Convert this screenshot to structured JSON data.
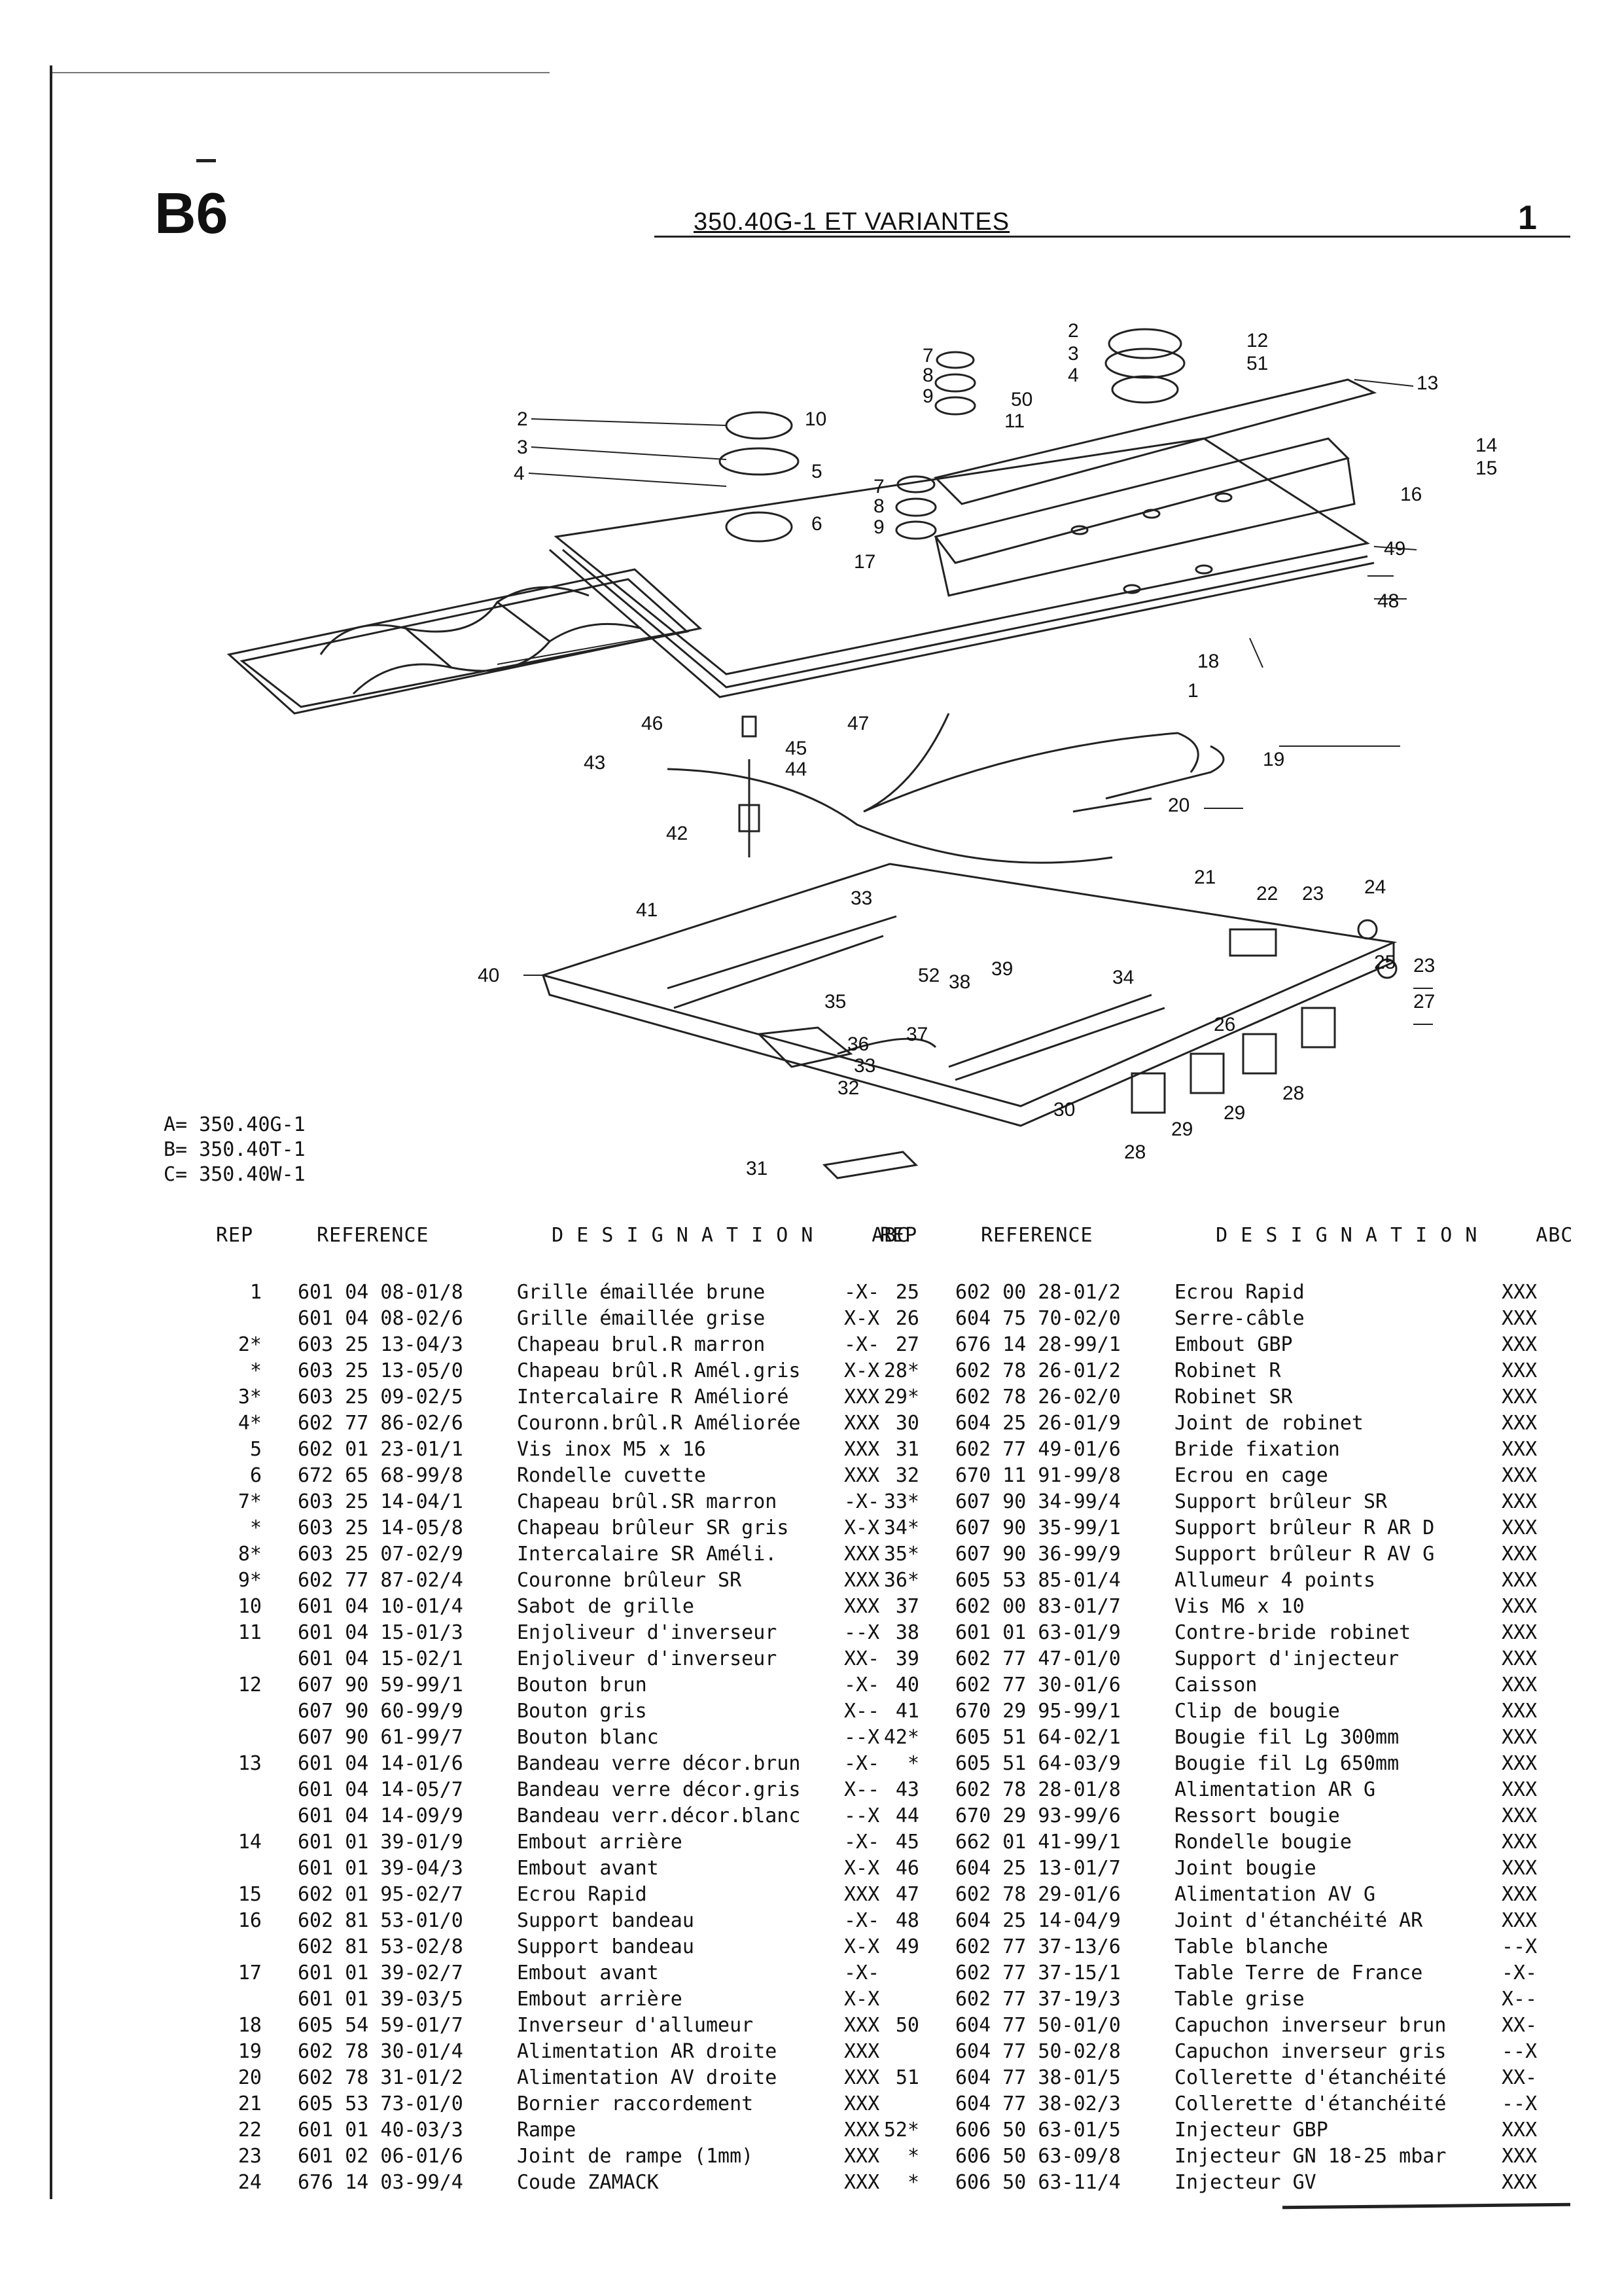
{
  "header": {
    "section_code": "B6",
    "title": "350.40G-1 ET VARIANTES",
    "page_number": "1"
  },
  "variants": [
    "A= 350.40G-1",
    "B= 350.40T-1",
    "C= 350.40W-1"
  ],
  "diagram_labels": [
    "1",
    "2",
    "3",
    "4",
    "5",
    "6",
    "7",
    "8",
    "9",
    "10",
    "11",
    "12",
    "13",
    "14",
    "15",
    "16",
    "17",
    "18",
    "19",
    "20",
    "21",
    "22",
    "23",
    "24",
    "25",
    "26",
    "27",
    "28",
    "29",
    "30",
    "31",
    "32",
    "33",
    "34",
    "35",
    "36",
    "37",
    "38",
    "39",
    "40",
    "41",
    "42",
    "43",
    "44",
    "45",
    "46",
    "47",
    "48",
    "49",
    "50",
    "51",
    "52"
  ],
  "table": {
    "headers": {
      "rep": "REP",
      "reference": "REFERENCE",
      "designation": "D E S I G N A T I O N",
      "abc": "ABC"
    },
    "left_rows": [
      {
        "rep": "1",
        "ref": "601 04 08-01/8",
        "des": "Grille émaillée brune",
        "abc": "-X-"
      },
      {
        "rep": "",
        "ref": "601 04 08-02/6",
        "des": "Grille émaillée grise",
        "abc": "X-X"
      },
      {
        "rep": "2*",
        "ref": "603 25 13-04/3",
        "des": "Chapeau brul.R marron",
        "abc": "-X-"
      },
      {
        "rep": "*",
        "ref": "603 25 13-05/0",
        "des": "Chapeau brûl.R Amél.gris",
        "abc": "X-X"
      },
      {
        "rep": "3*",
        "ref": "603 25 09-02/5",
        "des": "Intercalaire R Amélioré",
        "abc": "XXX"
      },
      {
        "rep": "4*",
        "ref": "602 77 86-02/6",
        "des": "Couronn.brûl.R Améliorée",
        "abc": "XXX"
      },
      {
        "rep": "5",
        "ref": "602 01 23-01/1",
        "des": "Vis inox M5 x 16",
        "abc": "XXX"
      },
      {
        "rep": "6",
        "ref": "672 65 68-99/8",
        "des": "Rondelle cuvette",
        "abc": "XXX"
      },
      {
        "rep": "7*",
        "ref": "603 25 14-04/1",
        "des": "Chapeau brûl.SR marron",
        "abc": "-X-"
      },
      {
        "rep": "*",
        "ref": "603 25 14-05/8",
        "des": "Chapeau brûleur SR gris",
        "abc": "X-X"
      },
      {
        "rep": "8*",
        "ref": "603 25 07-02/9",
        "des": "Intercalaire SR Améli.",
        "abc": "XXX"
      },
      {
        "rep": "9*",
        "ref": "602 77 87-02/4",
        "des": "Couronne brûleur SR",
        "abc": "XXX"
      },
      {
        "rep": "10",
        "ref": "601 04 10-01/4",
        "des": "Sabot de grille",
        "abc": "XXX"
      },
      {
        "rep": "11",
        "ref": "601 04 15-01/3",
        "des": "Enjoliveur d'inverseur",
        "abc": "--X"
      },
      {
        "rep": "",
        "ref": "601 04 15-02/1",
        "des": "Enjoliveur d'inverseur",
        "abc": "XX-"
      },
      {
        "rep": "12",
        "ref": "607 90 59-99/1",
        "des": "Bouton brun",
        "abc": "-X-"
      },
      {
        "rep": "",
        "ref": "607 90 60-99/9",
        "des": "Bouton gris",
        "abc": "X--"
      },
      {
        "rep": "",
        "ref": "607 90 61-99/7",
        "des": "Bouton blanc",
        "abc": "--X"
      },
      {
        "rep": "13",
        "ref": "601 04 14-01/6",
        "des": "Bandeau verre décor.brun",
        "abc": "-X-"
      },
      {
        "rep": "",
        "ref": "601 04 14-05/7",
        "des": "Bandeau verre décor.gris",
        "abc": "X--"
      },
      {
        "rep": "",
        "ref": "601 04 14-09/9",
        "des": "Bandeau verr.décor.blanc",
        "abc": "--X"
      },
      {
        "rep": "14",
        "ref": "601 01 39-01/9",
        "des": "Embout arrière",
        "abc": "-X-"
      },
      {
        "rep": "",
        "ref": "601 01 39-04/3",
        "des": "Embout avant",
        "abc": "X-X"
      },
      {
        "rep": "15",
        "ref": "602 01 95-02/7",
        "des": "Ecrou Rapid",
        "abc": "XXX"
      },
      {
        "rep": "16",
        "ref": "602 81 53-01/0",
        "des": "Support bandeau",
        "abc": "-X-"
      },
      {
        "rep": "",
        "ref": "602 81 53-02/8",
        "des": "Support bandeau",
        "abc": "X-X"
      },
      {
        "rep": "17",
        "ref": "601 01 39-02/7",
        "des": "Embout avant",
        "abc": "-X-"
      },
      {
        "rep": "",
        "ref": "601 01 39-03/5",
        "des": "Embout arrière",
        "abc": "X-X"
      },
      {
        "rep": "18",
        "ref": "605 54 59-01/7",
        "des": "Inverseur d'allumeur",
        "abc": "XXX"
      },
      {
        "rep": "19",
        "ref": "602 78 30-01/4",
        "des": "Alimentation AR droite",
        "abc": "XXX"
      },
      {
        "rep": "20",
        "ref": "602 78 31-01/2",
        "des": "Alimentation AV droite",
        "abc": "XXX"
      },
      {
        "rep": "21",
        "ref": "605 53 73-01/0",
        "des": "Bornier raccordement",
        "abc": "XXX"
      },
      {
        "rep": "22",
        "ref": "601 01 40-03/3",
        "des": "Rampe",
        "abc": "XXX"
      },
      {
        "rep": "23",
        "ref": "601 02 06-01/6",
        "des": "Joint de rampe (1mm)",
        "abc": "XXX"
      },
      {
        "rep": "24",
        "ref": "676 14 03-99/4",
        "des": "Coude ZAMACK",
        "abc": "XXX"
      }
    ],
    "right_rows": [
      {
        "rep": "25",
        "ref": "602 00 28-01/2",
        "des": "Ecrou Rapid",
        "abc": "XXX"
      },
      {
        "rep": "26",
        "ref": "604 75 70-02/0",
        "des": "Serre-câble",
        "abc": "XXX"
      },
      {
        "rep": "27",
        "ref": "676 14 28-99/1",
        "des": "Embout GBP",
        "abc": "XXX"
      },
      {
        "rep": "28*",
        "ref": "602 78 26-01/2",
        "des": "Robinet R",
        "abc": "XXX"
      },
      {
        "rep": "29*",
        "ref": "602 78 26-02/0",
        "des": "Robinet SR",
        "abc": "XXX"
      },
      {
        "rep": "30",
        "ref": "604 25 26-01/9",
        "des": "Joint de robinet",
        "abc": "XXX"
      },
      {
        "rep": "31",
        "ref": "602 77 49-01/6",
        "des": "Bride fixation",
        "abc": "XXX"
      },
      {
        "rep": "32",
        "ref": "670 11 91-99/8",
        "des": "Ecrou en cage",
        "abc": "XXX"
      },
      {
        "rep": "33*",
        "ref": "607 90 34-99/4",
        "des": "Support brûleur SR",
        "abc": "XXX"
      },
      {
        "rep": "34*",
        "ref": "607 90 35-99/1",
        "des": "Support brûleur R AR D",
        "abc": "XXX"
      },
      {
        "rep": "35*",
        "ref": "607 90 36-99/9",
        "des": "Support brûleur R AV G",
        "abc": "XXX"
      },
      {
        "rep": "36*",
        "ref": "605 53 85-01/4",
        "des": "Allumeur 4 points",
        "abc": "XXX"
      },
      {
        "rep": "37",
        "ref": "602 00 83-01/7",
        "des": "Vis M6 x 10",
        "abc": "XXX"
      },
      {
        "rep": "38",
        "ref": "601 01 63-01/9",
        "des": "Contre-bride robinet",
        "abc": "XXX"
      },
      {
        "rep": "39",
        "ref": "602 77 47-01/0",
        "des": "Support d'injecteur",
        "abc": "XXX"
      },
      {
        "rep": "40",
        "ref": "602 77 30-01/6",
        "des": "Caisson",
        "abc": "XXX"
      },
      {
        "rep": "41",
        "ref": "670 29 95-99/1",
        "des": "Clip de bougie",
        "abc": "XXX"
      },
      {
        "rep": "42*",
        "ref": "605 51 64-02/1",
        "des": "Bougie fil Lg 300mm",
        "abc": "XXX"
      },
      {
        "rep": "*",
        "ref": "605 51 64-03/9",
        "des": "Bougie fil Lg 650mm",
        "abc": "XXX"
      },
      {
        "rep": "43",
        "ref": "602 78 28-01/8",
        "des": "Alimentation AR G",
        "abc": "XXX"
      },
      {
        "rep": "44",
        "ref": "670 29 93-99/6",
        "des": "Ressort bougie",
        "abc": "XXX"
      },
      {
        "rep": "45",
        "ref": "662 01 41-99/1",
        "des": "Rondelle bougie",
        "abc": "XXX"
      },
      {
        "rep": "46",
        "ref": "604 25 13-01/7",
        "des": "Joint bougie",
        "abc": "XXX"
      },
      {
        "rep": "47",
        "ref": "602 78 29-01/6",
        "des": "Alimentation AV G",
        "abc": "XXX"
      },
      {
        "rep": "48",
        "ref": "604 25 14-04/9",
        "des": "Joint d'étanchéité AR",
        "abc": "XXX"
      },
      {
        "rep": "49",
        "ref": "602 77 37-13/6",
        "des": "Table blanche",
        "abc": "--X"
      },
      {
        "rep": "",
        "ref": "602 77 37-15/1",
        "des": "Table Terre de France",
        "abc": "-X-"
      },
      {
        "rep": "",
        "ref": "602 77 37-19/3",
        "des": "Table grise",
        "abc": "X--"
      },
      {
        "rep": "50",
        "ref": "604 77 50-01/0",
        "des": "Capuchon inverseur brun",
        "abc": "XX-"
      },
      {
        "rep": "",
        "ref": "604 77 50-02/8",
        "des": "Capuchon inverseur gris",
        "abc": "--X"
      },
      {
        "rep": "51",
        "ref": "604 77 38-01/5",
        "des": "Collerette d'étanchéité",
        "abc": "XX-"
      },
      {
        "rep": "",
        "ref": "604 77 38-02/3",
        "des": "Collerette d'étanchéité",
        "abc": "--X"
      },
      {
        "rep": "52*",
        "ref": "606 50 63-01/5",
        "des": "Injecteur GBP",
        "abc": "XXX"
      },
      {
        "rep": "*",
        "ref": "606 50 63-09/8",
        "des": "Injecteur GN 18-25 mbar",
        "abc": "XXX"
      },
      {
        "rep": "*",
        "ref": "606 50 63-11/4",
        "des": "Injecteur GV",
        "abc": "XXX"
      }
    ]
  }
}
